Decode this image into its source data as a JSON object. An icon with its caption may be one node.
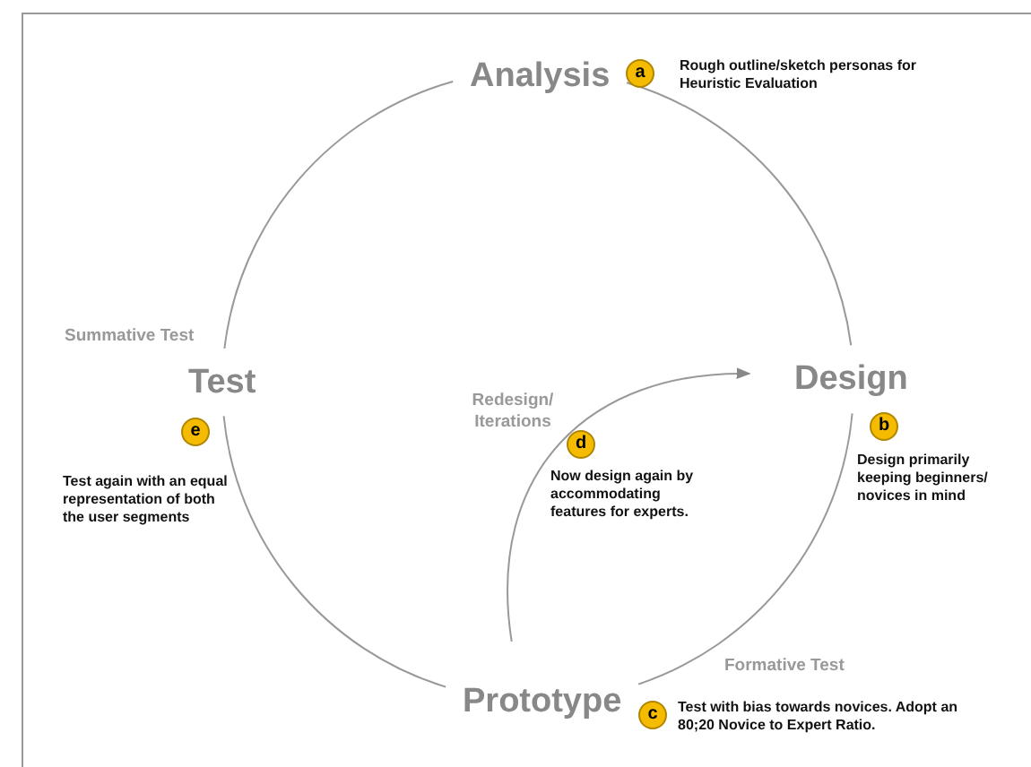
{
  "diagram": {
    "nodes": [
      {
        "text": [
          "Analysis"
        ]
      },
      {
        "text": [
          "Design"
        ]
      },
      {
        "text": [
          "Prototype"
        ]
      },
      {
        "text": [
          "Test"
        ]
      },
      {
        "text": [
          "a"
        ],
        "beside": [
          "Rough outline/sketch personas for Heuristic Evaluation"
        ]
      },
      {
        "text": [
          "b"
        ],
        "beside": [
          "Design primarily keeping beginners/ novices in mind"
        ]
      },
      {
        "text": [
          "c"
        ],
        "beside": [
          "Test with bias towards novices. Adopt an 80;20 Novice to Expert Ratio."
        ]
      },
      {
        "text": [
          "d"
        ],
        "beside": [
          "Now design again by accommodating features for experts."
        ]
      },
      {
        "text": [
          "e"
        ],
        "beside": [
          "Test again with an equal representation of both the user segments"
        ]
      }
    ],
    "edges": [
      {
        "from": 0,
        "to": 1,
        "arrow": "none"
      },
      {
        "from": 1,
        "to": 2,
        "arrow": "none"
      },
      {
        "from": 2,
        "to": 3,
        "arrow": "none"
      },
      {
        "from": 3,
        "to": 0,
        "arrow": "none"
      },
      {
        "from": 2,
        "to": 1,
        "arrow": "to",
        "label": "Redesign/ Iterations"
      }
    ],
    "labels": [
      "Summative Test",
      "Formative Test"
    ]
  }
}
